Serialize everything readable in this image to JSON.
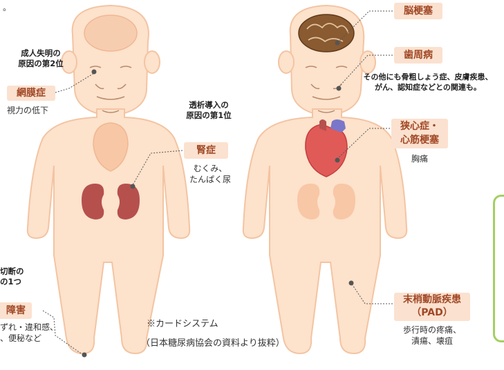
{
  "top_mark": "。",
  "left_figure": {
    "retinopathy": {
      "caption_line1": "成人失明の",
      "caption_line2": "原因の第2位",
      "label": "網膜症",
      "symptom": "視力の低下"
    },
    "nephropathy": {
      "caption_line1": "透析導入の",
      "caption_line2": "原因の第1位",
      "label": "腎症",
      "symptom_line1": "むくみ、",
      "symptom_line2": "たんぱく尿"
    },
    "neuropathy": {
      "caption_line1": "切断の",
      "caption_line2": "の1つ",
      "label": "障害",
      "symptom_line1": "ずれ・違和感、",
      "symptom_line2": "、便秘など"
    }
  },
  "right_figure": {
    "stroke": {
      "label": "脳梗塞"
    },
    "periodontal": {
      "label": "歯周病",
      "note_line1": "その他にも骨粗しょう症、皮膚疾患、",
      "note_line2": "がん、認知症などとの関連も。"
    },
    "heart": {
      "label_line1": "狭心症・",
      "label_line2": "心筋梗塞",
      "symptom": "胸痛"
    },
    "pad": {
      "label_line1": "末梢動脈疾患",
      "label_line2": "（PAD）",
      "symptom_line1": "歩行時の疼痛、",
      "symptom_line2": "潰瘍、壊疽"
    }
  },
  "footnote": {
    "line1": "※カードシステム",
    "line2": "（日本糖尿病協会の資料より抜粋）"
  },
  "colors": {
    "skin": "#fde2cc",
    "skin_outline": "#f3c4a2",
    "label_bg": "#fbe1cf",
    "label_text": "#a04826",
    "kidney": "#b5504d",
    "heart": "#e05a58",
    "vessel": "#7a76c9",
    "brain": "#8a5a30",
    "accent_green": "#a3cf62"
  }
}
